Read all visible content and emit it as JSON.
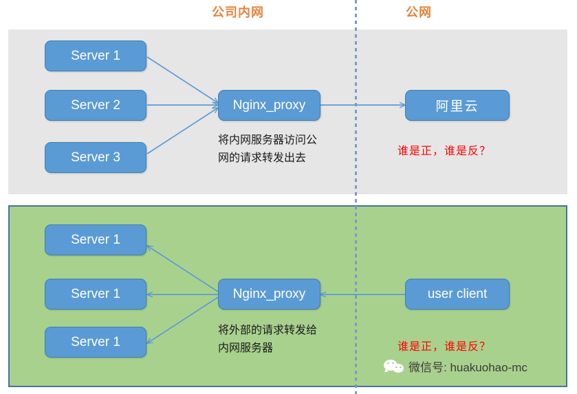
{
  "zones": {
    "intranet_label": "公司内网",
    "public_label": "公网",
    "label_color": "#E8833A"
  },
  "divider": {
    "name": "dotted-boundary",
    "color": "#7B9BC4"
  },
  "panels": {
    "top": {
      "name": "outbound-proxy-panel",
      "background": "#E6E6E6"
    },
    "bottom": {
      "name": "reverse-proxy-panel",
      "background": "#A9D18E",
      "border": "#4472A4"
    }
  },
  "node_color": "#5B9BD5",
  "top_section": {
    "servers": [
      {
        "label": "Server 1"
      },
      {
        "label": "Server 2"
      },
      {
        "label": "Server 3"
      }
    ],
    "proxy": {
      "label": "Nginx_proxy"
    },
    "cloud": {
      "label": "阿里云"
    },
    "caption": "将内网服务器访问公网的请求转发出去",
    "question": "谁是正，谁是反？",
    "question_color": "#FF0000"
  },
  "bottom_section": {
    "servers": [
      {
        "label": "Server 1"
      },
      {
        "label": "Server 1"
      },
      {
        "label": "Server 1"
      }
    ],
    "proxy": {
      "label": "Nginx_proxy"
    },
    "client": {
      "label": "user client"
    },
    "caption": "将外部的请求转发给内网服务器",
    "question": "谁是正，谁是反？",
    "question_color": "#FF0000"
  },
  "watermark": {
    "icon": "wechat-icon",
    "text": "微信号: huakuohao-mc"
  }
}
